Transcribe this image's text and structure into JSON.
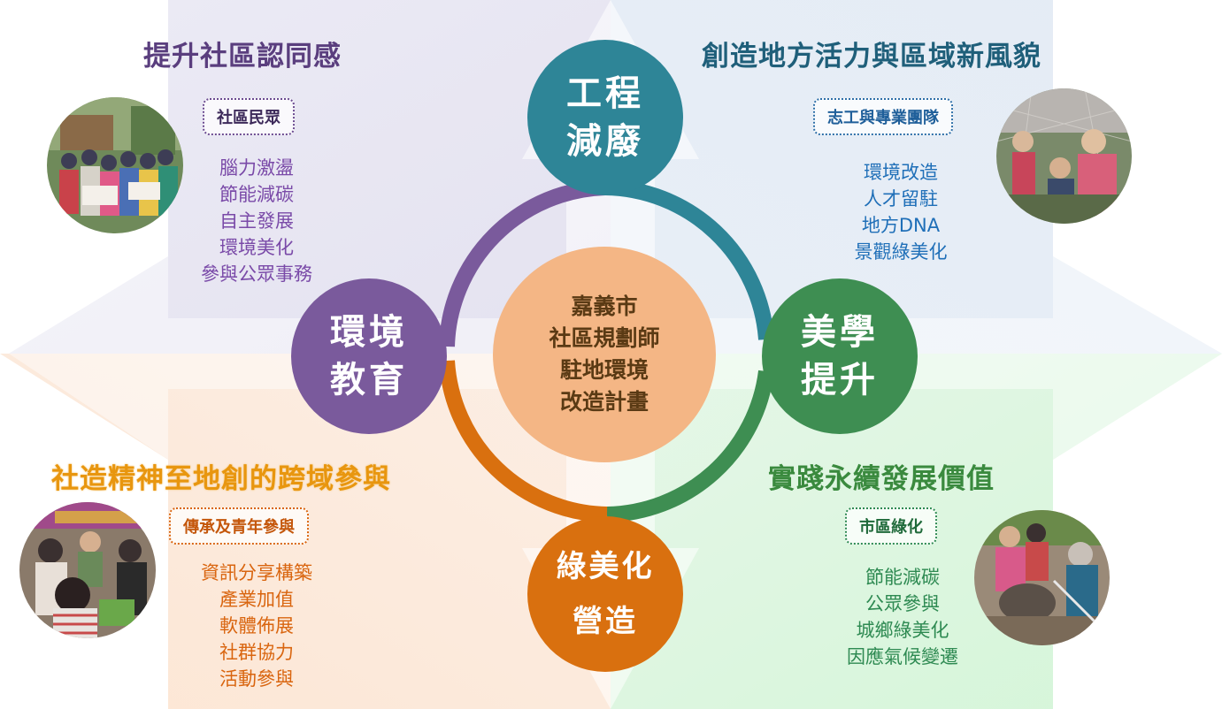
{
  "center": {
    "lines": [
      "嘉義市",
      "社區規劃師",
      "駐地環境",
      "改造計畫"
    ]
  },
  "nodes": {
    "top": {
      "lines": [
        "工程",
        "減廢"
      ],
      "color": "#2e8597"
    },
    "right": {
      "lines": [
        "美學",
        "提升"
      ],
      "color": "#3e8e52"
    },
    "bottom": {
      "lines": [
        "綠美化",
        "營造"
      ],
      "color": "#d9700f"
    },
    "left": {
      "lines": [
        "環境",
        "教育"
      ],
      "color": "#7a5a9c"
    }
  },
  "quadrants": {
    "top_left": {
      "title": "提升社區認同感",
      "title_color": "#5a3e7e",
      "tag": "社區民眾",
      "items": [
        "腦力激盪",
        "節能減碳",
        "自主發展",
        "環境美化",
        "參與公眾事務"
      ],
      "color": "#7a4aa8"
    },
    "top_right": {
      "title": "創造地方活力與區域新風貌",
      "title_color": "#1f5f7a",
      "tag": "志工與專業團隊",
      "items": [
        "環境改造",
        "人才留駐",
        "地方DNA",
        "景觀綠美化"
      ],
      "color": "#1f6fb8"
    },
    "bottom_left": {
      "title": "社造精神至地創的跨域參與",
      "title_color": "#e8960f",
      "tag": "傳承及青年參與",
      "items": [
        "資訊分享構築",
        "產業加值",
        "軟體佈展",
        "社群協力",
        "活動參與"
      ],
      "color": "#d9650f"
    },
    "bottom_right": {
      "title": "實踐永續發展價值",
      "title_color": "#3a8a3e",
      "tag": "市區綠化",
      "items": [
        "節能減碳",
        "公眾參與",
        "城鄉綠美化",
        "因應氣候變遷"
      ],
      "color": "#2e8a52"
    }
  }
}
